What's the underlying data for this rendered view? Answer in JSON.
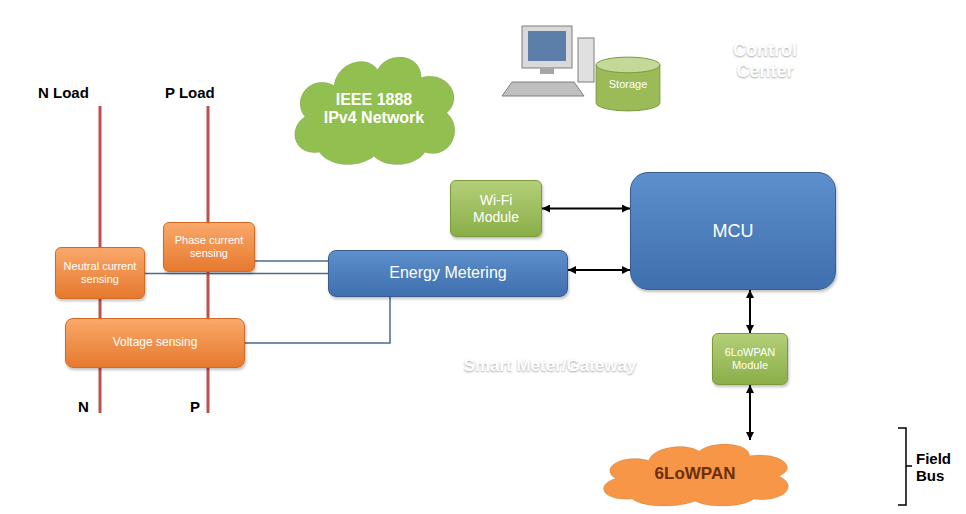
{
  "diagram": {
    "nodes": [
      {
        "text": [
          "Control Center"
        ]
      },
      {
        "text": [
          "Storage"
        ],
        "in": 0
      },
      {
        "text": [
          "IEEE 1888 IPv4 Network"
        ]
      },
      {
        "text": [
          "Smart Meter/Gateway"
        ]
      },
      {
        "text": [
          "Wi-Fi Module"
        ],
        "in": 3
      },
      {
        "text": [
          "MCU"
        ],
        "in": 3
      },
      {
        "text": [
          "Phase current sensing"
        ],
        "in": 3
      },
      {
        "text": [
          "Neutral current sensing"
        ],
        "in": 3
      },
      {
        "text": [
          "Energy Metering"
        ],
        "in": 3
      },
      {
        "text": [
          "Voltage sensing"
        ],
        "in": 3
      },
      {
        "text": [
          "6LoWPAN Module"
        ],
        "in": 3
      },
      {
        "text": [
          "6LoWPAN"
        ]
      }
    ],
    "edges": [
      {
        "from": 4,
        "to": 5,
        "arrow": "both"
      },
      {
        "from": 8,
        "to": 5,
        "arrow": "both"
      },
      {
        "from": 5,
        "to": 10,
        "arrow": "both"
      },
      {
        "from": 10,
        "to": 11,
        "arrow": "both"
      },
      {
        "from": 6,
        "to": 8,
        "arrow": "none"
      },
      {
        "from": 7,
        "to": 8,
        "arrow": "none"
      },
      {
        "from": 9,
        "to": 8,
        "arrow": "none"
      }
    ],
    "labels": [
      "N Load",
      "P Load",
      "N",
      "P",
      "Field Bus"
    ]
  }
}
